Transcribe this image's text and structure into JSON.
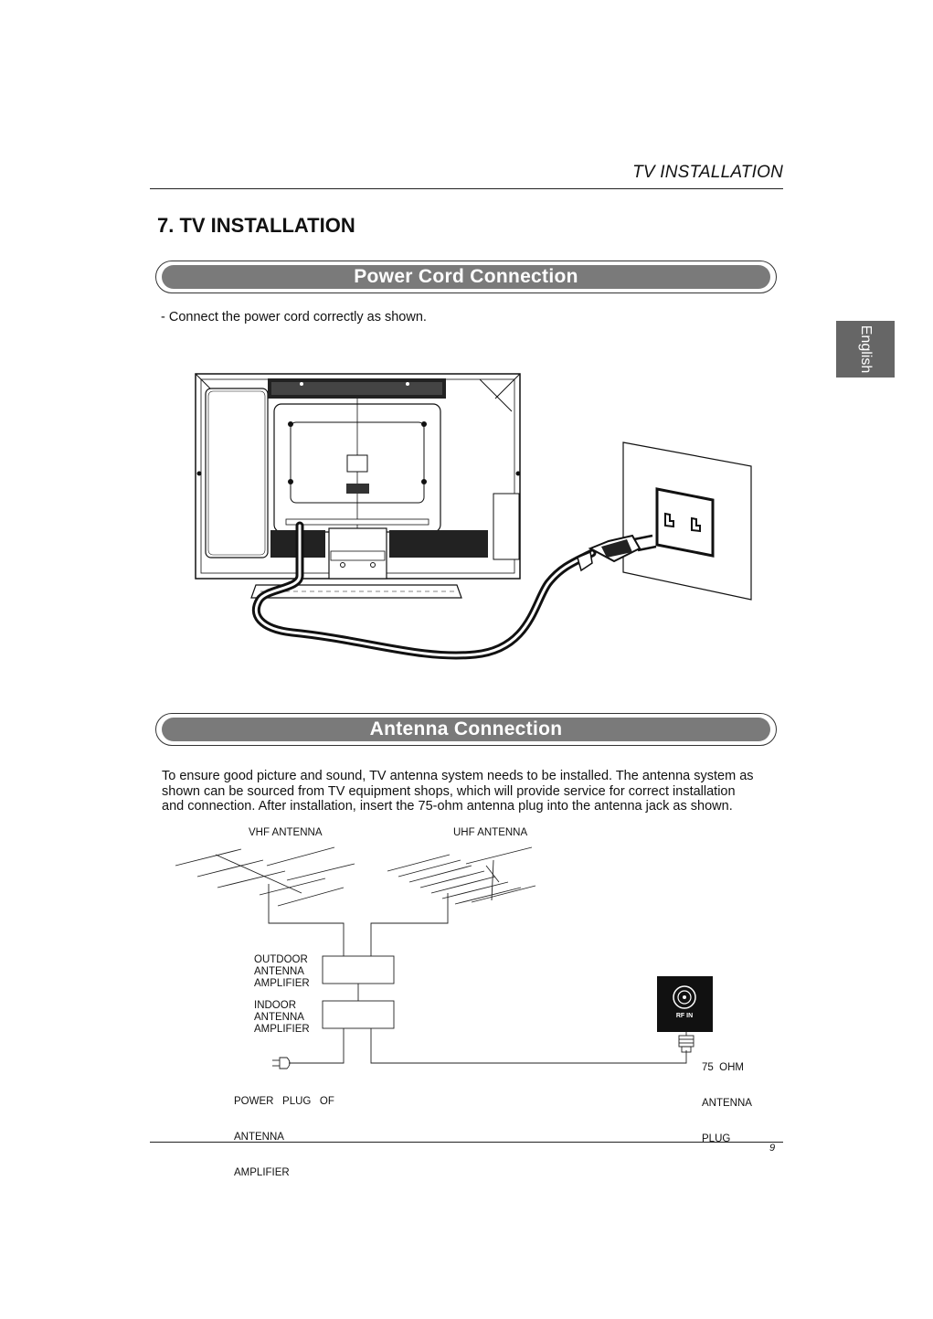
{
  "header": {
    "running_title": "TV INSTALLATION"
  },
  "section": {
    "title": "7. TV INSTALLATION"
  },
  "lang_tab": {
    "label": "English"
  },
  "power": {
    "banner": "Power Cord Connection",
    "instruction": "- Connect the power cord correctly as shown."
  },
  "antenna": {
    "banner": "Antenna Connection",
    "paragraph_lines": [
      "To ensure good picture and sound, TV antenna system needs to be installed. The antenna system as",
      "shown can be sourced from TV equipment shops, which will provide service for correct installation",
      "and connection. After installation, insert the 75-ohm antenna plug into the antenna jack as shown."
    ],
    "labels": {
      "vhf": "VHF  ANTENNA",
      "uhf": "UHF  ANTENNA",
      "outdoor_amp": [
        "OUTDOOR",
        "ANTENNA",
        "AMPLIFIER"
      ],
      "indoor_amp": [
        "INDOOR",
        "ANTENNA",
        "AMPLIFIER"
      ],
      "power_plug": [
        "POWER   PLUG   OF",
        "ANTENNA",
        "AMPLIFIER"
      ],
      "ohm_plug": [
        "75  OHM",
        "ANTENNA",
        "PLUG"
      ],
      "rf_in": "RF IN"
    }
  },
  "footer": {
    "page_number": "9"
  }
}
